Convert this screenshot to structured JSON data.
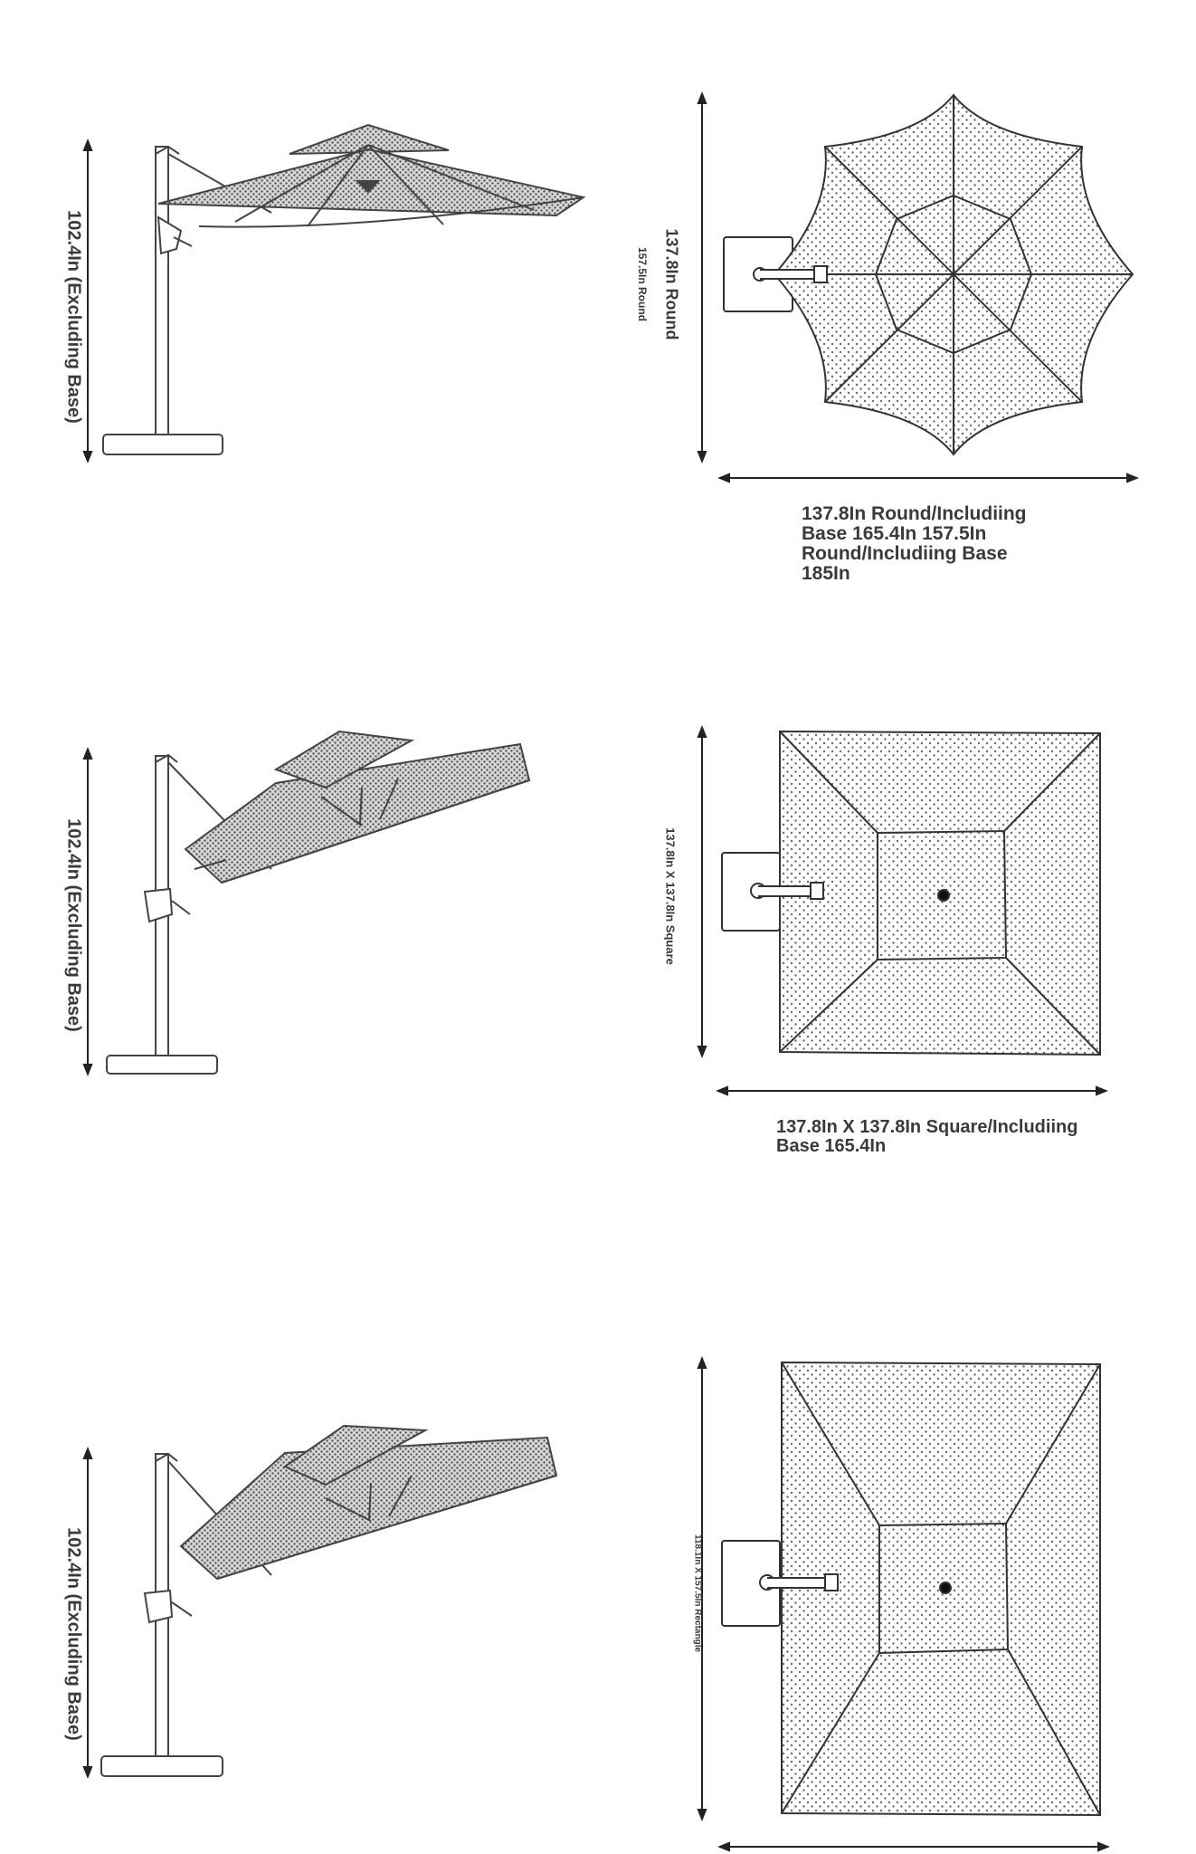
{
  "panels": [
    {
      "shape": "round",
      "height_label": "102.4In (Excluding Base)",
      "side_label_small": "157.5In Round",
      "side_label": "137.8In Round",
      "bottom_label_lines": [
        "137.8In Round/Includiing",
        "Base 165.4In 157.5In",
        "Round/Includiing Base",
        "185In"
      ]
    },
    {
      "shape": "square",
      "height_label": "102.4In (Excluding Base)",
      "side_label": "137.8In X 137.8In Square",
      "bottom_label_lines": [
        "137.8In X 137.8In Square/Includiing",
        "Base 165.4In"
      ]
    },
    {
      "shape": "rectangle",
      "height_label": "102.4In (Excluding Base)",
      "side_label": "118.1In X 157.5In Rectangle"
    }
  ],
  "colors": {
    "line": "#333333",
    "text": "#3a3a3a",
    "dot": "#555555"
  }
}
